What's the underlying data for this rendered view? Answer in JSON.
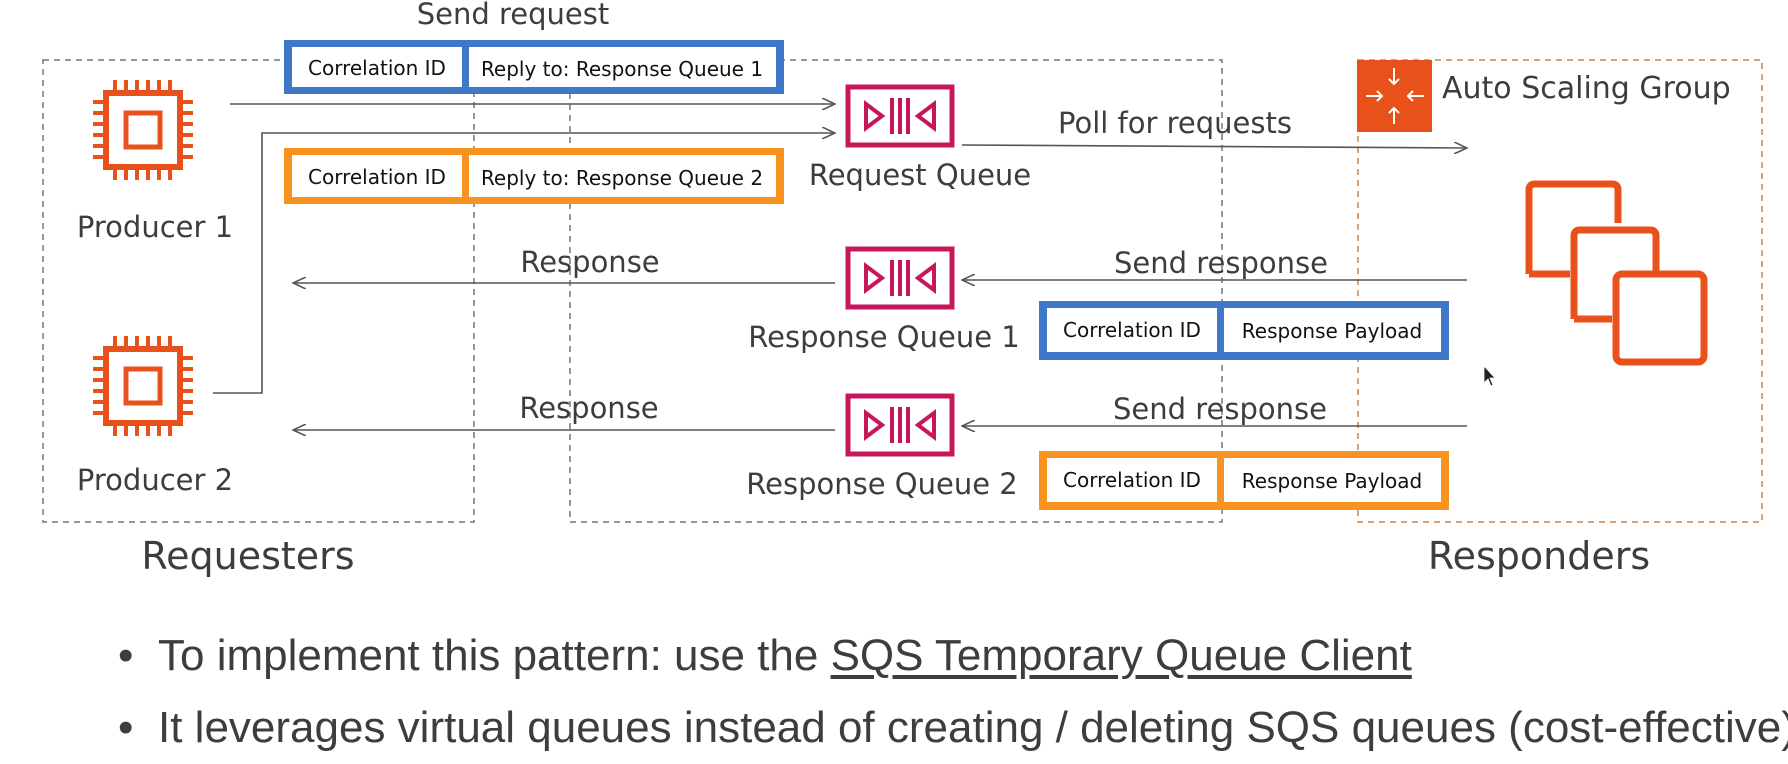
{
  "labels": {
    "send_request": "Send request",
    "poll_for_requests": "Poll for requests",
    "response_1": "Response",
    "response_2": "Response",
    "send_response_1": "Send response",
    "send_response_2": "Send response"
  },
  "nodes": {
    "producer_1": "Producer 1",
    "producer_2": "Producer 2",
    "request_queue": "Request Queue",
    "response_queue_1": "Response Queue 1",
    "response_queue_2": "Response Queue 2",
    "auto_scaling_group": "Auto Scaling Group"
  },
  "groups": {
    "requesters": "Requesters",
    "responders": "Responders"
  },
  "messages": {
    "request_1": {
      "correlation": "Correlation ID",
      "reply_to": "Reply to: Response Queue 1"
    },
    "request_2": {
      "correlation": "Correlation ID",
      "reply_to": "Reply to: Response Queue 2"
    },
    "response_1": {
      "correlation": "Correlation ID",
      "payload": "Response Payload"
    },
    "response_2": {
      "correlation": "Correlation ID",
      "payload": "Response Payload"
    }
  },
  "bullets": {
    "b1_prefix": "To implement this pattern: use the ",
    "b1_link": "SQS Temporary Queue Client",
    "b2": "It leverages virtual queues instead of creating / deleting SQS queues (cost-effective)"
  },
  "colors": {
    "blue": "#3f78c9",
    "orange": "#f7931e",
    "sqs": "#c7175b",
    "ec2": "#e8511a",
    "asg_fill": "#e8511a",
    "dashed": "#777777",
    "dashed_orange": "#c8844f"
  },
  "icons": {
    "producer": "ec2-chip-icon",
    "queue": "sqs-queue-icon",
    "asg": "auto-scaling-icon",
    "instances": "ec2-instances-icon"
  }
}
